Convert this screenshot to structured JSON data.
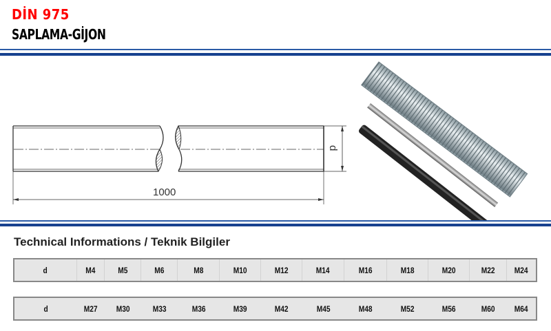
{
  "header": {
    "code": "DİN 975",
    "product": "SAPLAMA-GİJON"
  },
  "drawing": {
    "length_label": "1000",
    "diameter_label": "d"
  },
  "section_title": "Technical Informations / Teknik Bilgiler",
  "tables": [
    {
      "label": "d",
      "sizes": [
        "M4",
        "M5",
        "M6",
        "M8",
        "M10",
        "M12",
        "M14",
        "M16",
        "M18",
        "M20",
        "M22",
        "M24"
      ]
    },
    {
      "label": "d",
      "sizes": [
        "M27",
        "M30",
        "M33",
        "M36",
        "M39",
        "M42",
        "M45",
        "M48",
        "M52",
        "M56",
        "M60",
        "M64"
      ]
    }
  ],
  "colors": {
    "title_red": "#ff0000",
    "rule_blue": "#17418f"
  }
}
